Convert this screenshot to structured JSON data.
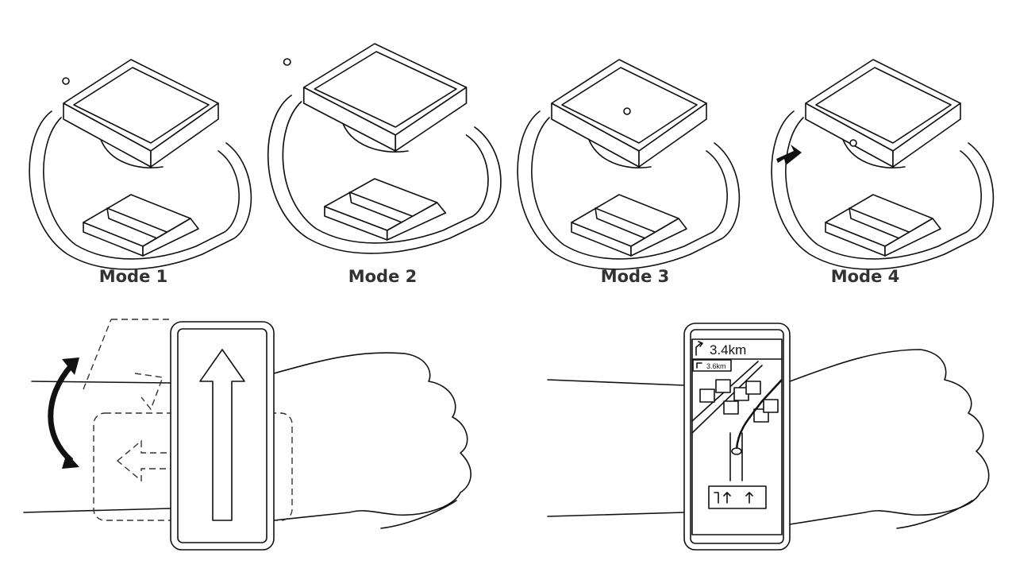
{
  "modes": [
    {
      "label": "Mode 1"
    },
    {
      "label": "Mode 2"
    },
    {
      "label": "Mode 3"
    },
    {
      "label": "Mode 4"
    }
  ],
  "navigation": {
    "main_distance": "3.4km",
    "next_distance": "3.6km"
  }
}
